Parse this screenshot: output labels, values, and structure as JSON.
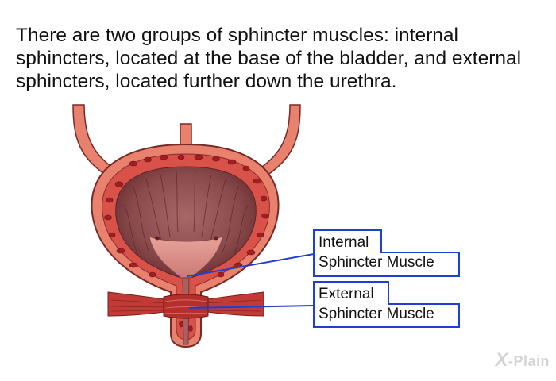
{
  "caption": "There are two groups of sphincter muscles: internal sphincters, located at the base of the bladder, and external sphincters, located further down the urethra.",
  "labels": {
    "internal": {
      "line1": "Internal",
      "line2": "Sphincter Muscle"
    },
    "external": {
      "line1": "External",
      "line2": "Sphincter Muscle"
    }
  },
  "logo": {
    "mark": "X",
    "text": "-Plain"
  },
  "colors": {
    "tissue_outer": "#e8826e",
    "tissue_wall": "#d9524a",
    "tissue_dark": "#b8322f",
    "lumen": "#a85a5a",
    "lumen_dark": "#7e3b3d",
    "muscle": "#c23a36",
    "callout": "#1f3fd1"
  }
}
